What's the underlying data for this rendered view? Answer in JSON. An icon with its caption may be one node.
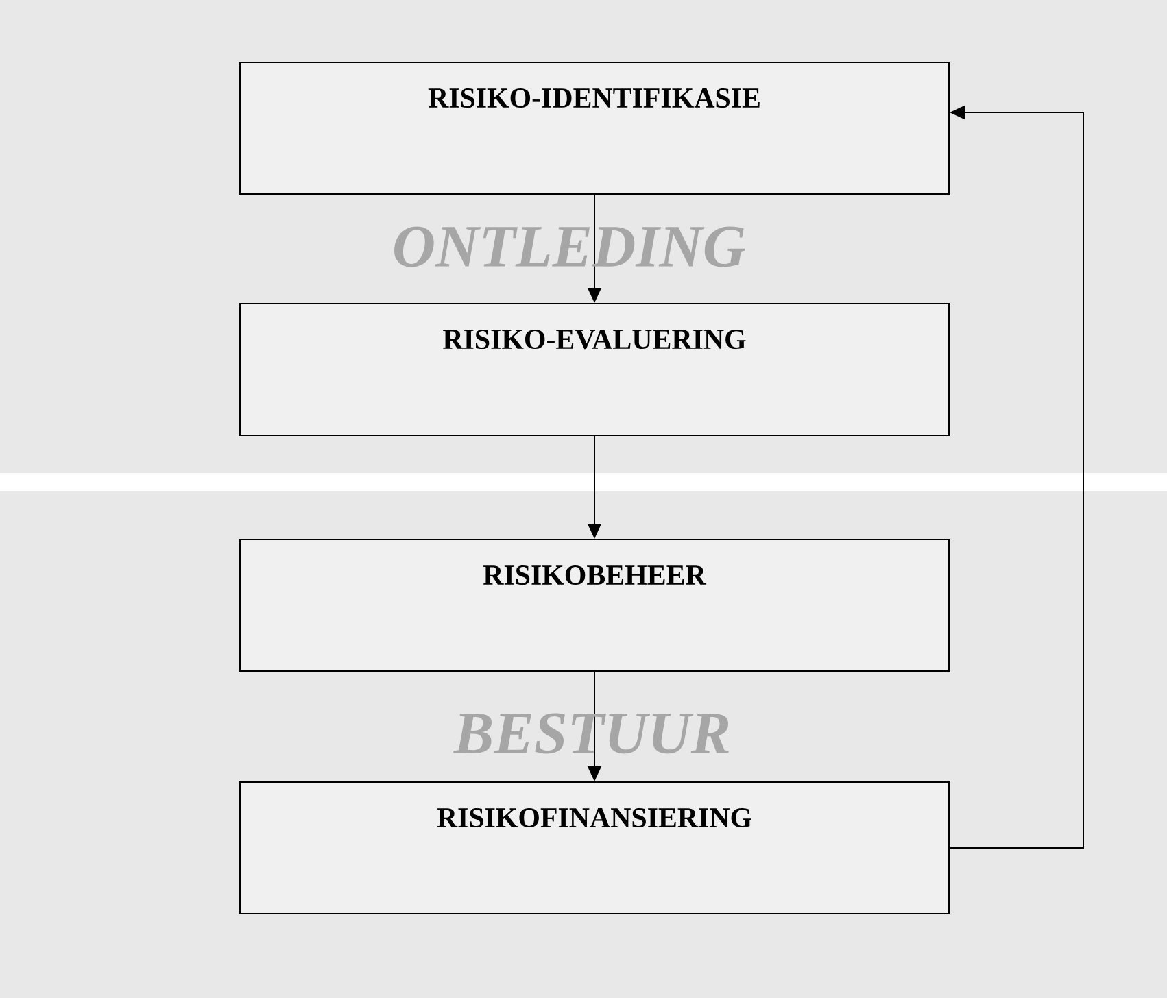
{
  "diagram": {
    "nodes": [
      {
        "text": [
          "RISIKO-IDENTIFIKASIE"
        ]
      },
      {
        "text": [
          "RISIKO-EVALUERING"
        ]
      },
      {
        "text": [
          "RISIKOBEHEER"
        ]
      },
      {
        "text": [
          "RISIKOFINANSIERING"
        ]
      }
    ],
    "edges": [
      {
        "from": 0,
        "to": 1,
        "arrow": "to"
      },
      {
        "from": 1,
        "to": 2,
        "arrow": "to"
      },
      {
        "from": 2,
        "to": 3,
        "arrow": "to"
      },
      {
        "from": 3,
        "to": 0,
        "arrow": "to"
      }
    ],
    "labels": [
      "ONTLEDING",
      "BESTUUR"
    ]
  }
}
